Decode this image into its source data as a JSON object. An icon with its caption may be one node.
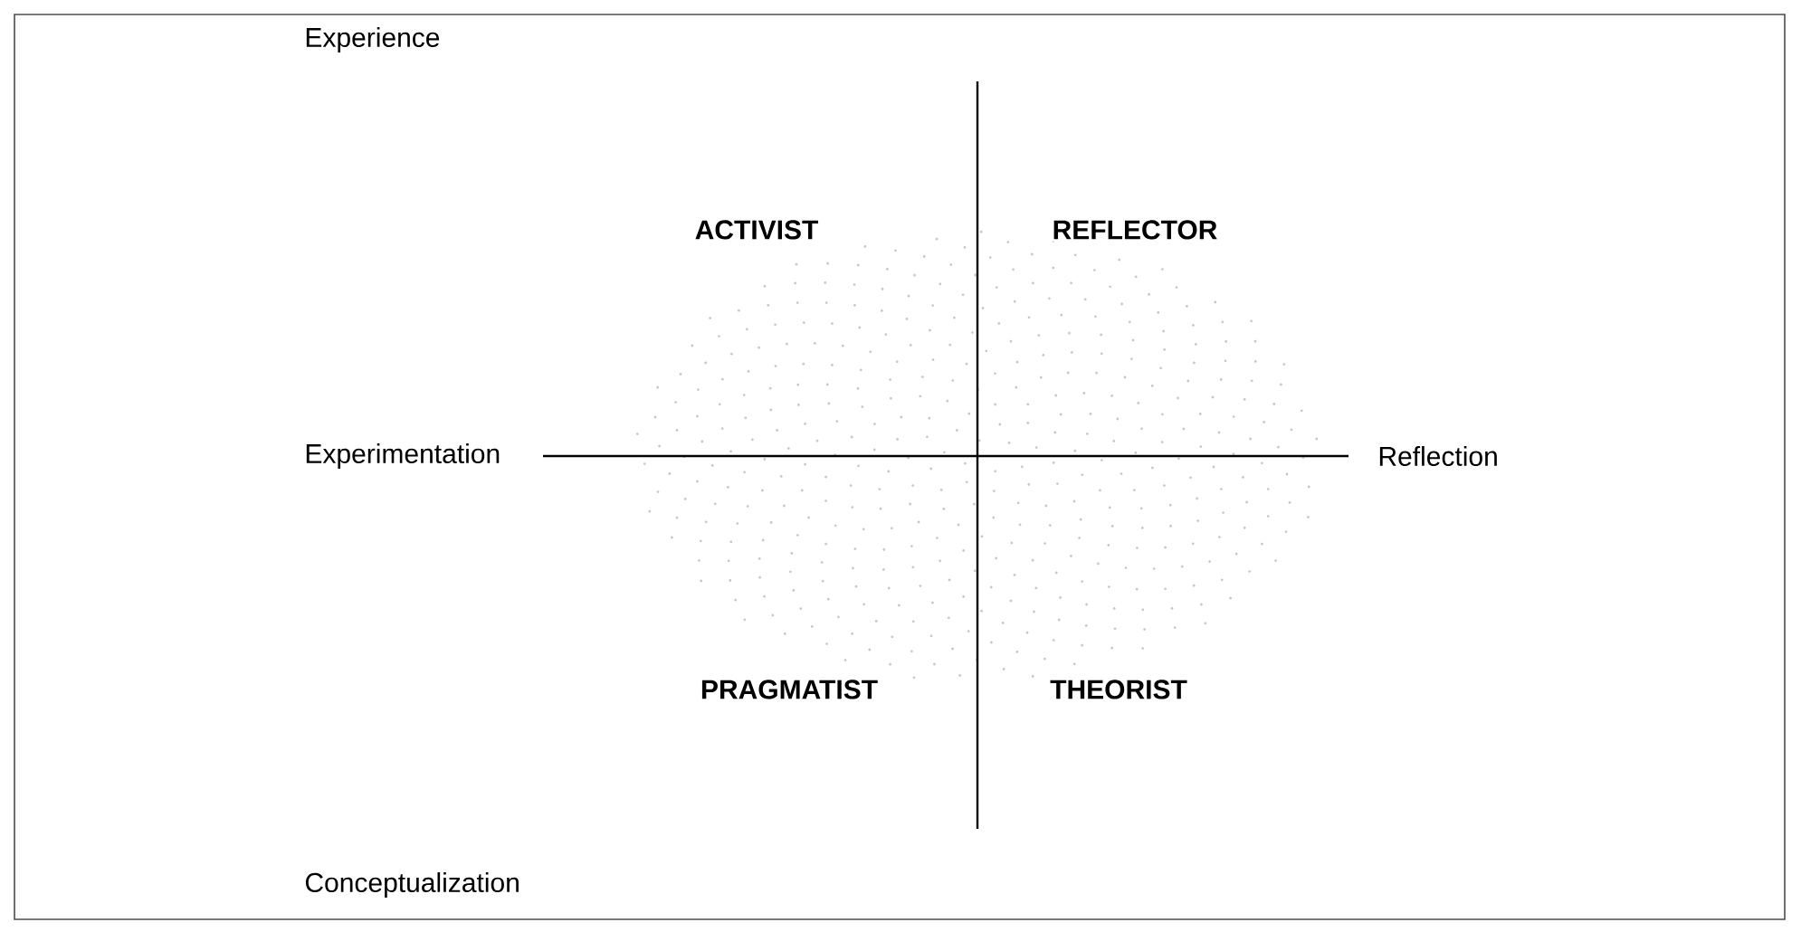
{
  "diagram": {
    "labels": [
      "Experience",
      "ACTIVIST",
      "REFLECTOR",
      "Experimentation",
      "Reflection",
      "PRAGMATIST",
      "THEORIST",
      "Conceptualization"
    ]
  }
}
